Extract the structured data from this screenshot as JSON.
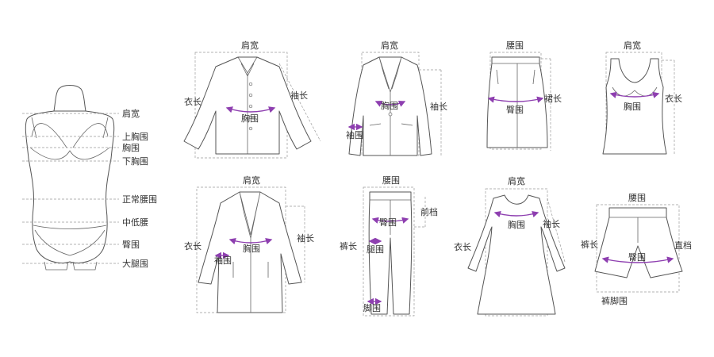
{
  "colors": {
    "measure_line": "#8e3fb0",
    "outline": "#555555",
    "guide": "#9a9a9a"
  },
  "body_labels": [
    "肩宽",
    "上胸围",
    "胸围",
    "下胸围",
    "正常腰围",
    "中低腰",
    "臀围",
    "大腿围"
  ],
  "shirt": {
    "top": "肩宽",
    "left": "衣长",
    "right": "袖长",
    "center": "胸围"
  },
  "blazer": {
    "top": "肩宽",
    "center": "胸围",
    "right": "袖长",
    "cuff": "袖围"
  },
  "skirt": {
    "top": "腰围",
    "center": "臀围",
    "right": "裙长"
  },
  "tank": {
    "top": "肩宽",
    "center": "胸围",
    "right": "衣长"
  },
  "coat": {
    "top": "肩宽",
    "left": "衣长",
    "right": "袖长",
    "center": "胸围",
    "cuff": "袖围"
  },
  "pants": {
    "top": "腰围",
    "hip": "臀围",
    "right": "前档",
    "left": "裤长",
    "thigh": "腿围",
    "hem": "脚围"
  },
  "dress": {
    "top": "肩宽",
    "center": "胸围",
    "right": "袖长",
    "left": "衣长"
  },
  "shorts": {
    "top": "腰围",
    "center": "臀围",
    "left": "裤长",
    "right": "直档",
    "hem": "裤脚围"
  }
}
